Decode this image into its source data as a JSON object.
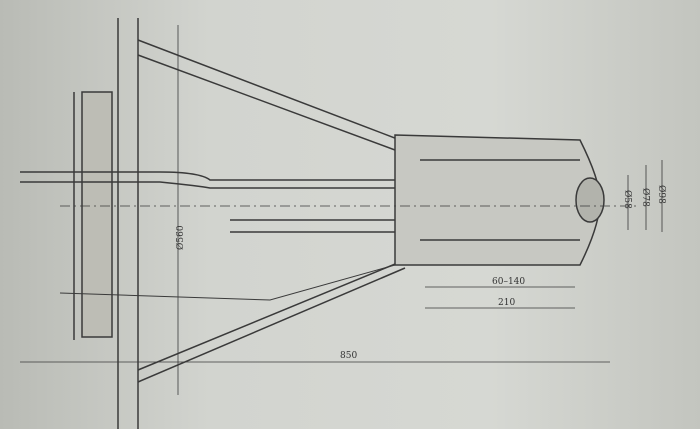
{
  "figure": {
    "dimensions": {
      "overall_length": "850",
      "dia_outer": "Ø560",
      "offset_range": "60–140",
      "offset_210": "210",
      "dia_58": "Ø58",
      "dia_78": "Ø78",
      "dia_98": "Ø98"
    }
  },
  "colors": {
    "paper": "#d4d6d1",
    "ink": "#3a3a3a"
  }
}
